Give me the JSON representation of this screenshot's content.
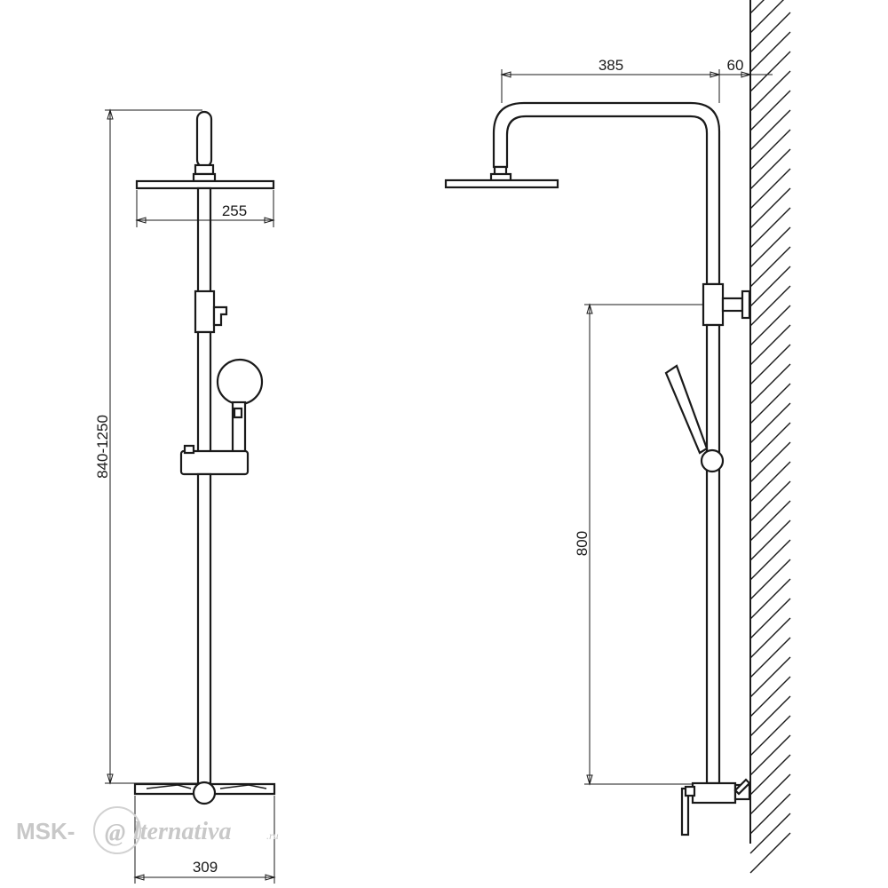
{
  "dimensions": {
    "front_height": "840-1250",
    "head_width": "255",
    "base_width": "309",
    "arm_reach": "385",
    "wall_offset": "60",
    "mixer_to_bracket": "800"
  },
  "watermark": {
    "prefix": "MSK-",
    "at": "@",
    "script": "lternativa",
    "suffix": ".ru"
  }
}
